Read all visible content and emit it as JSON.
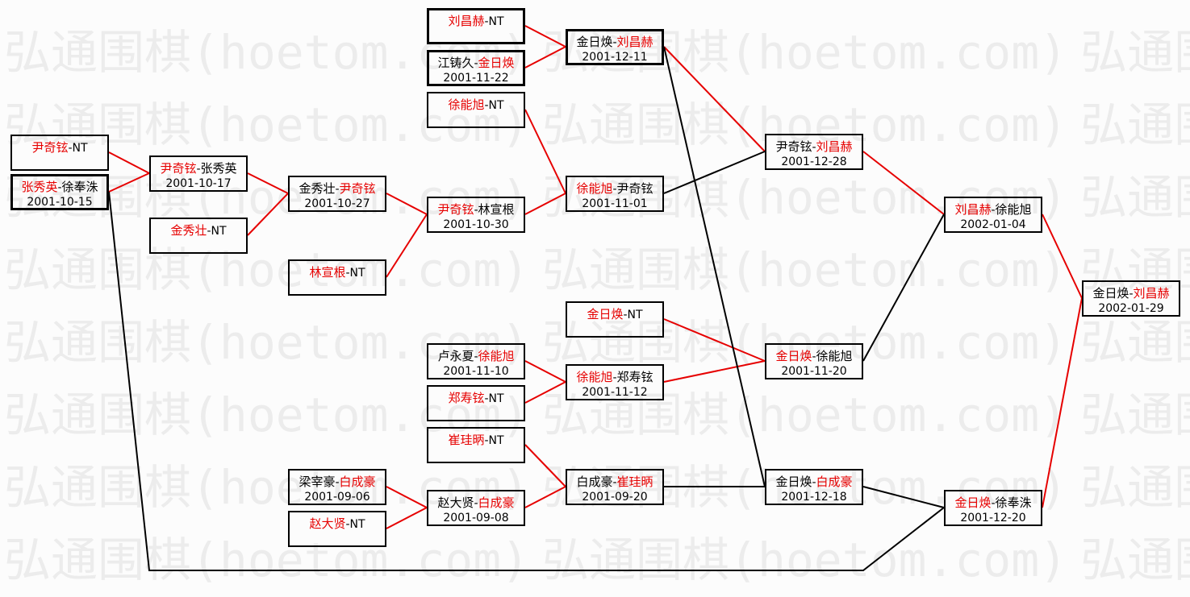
{
  "watermark": "弘通围棋(hoetom.com)",
  "separator": "-",
  "colors": {
    "background": "#fcfcfc",
    "winner_text": "#e60000",
    "red_line": "#e60000",
    "black_line": "#000000",
    "box_border": "#000000",
    "watermark": "#ececec"
  },
  "matches": [
    {
      "id": "m01",
      "player1": "尹奇铉",
      "player2": "NT",
      "winner": 1,
      "date": ""
    },
    {
      "id": "m02",
      "player1": "张秀英",
      "player2": "徐奉洙",
      "winner": 1,
      "date": "2001-10-15"
    },
    {
      "id": "m03",
      "player1": "尹奇铉",
      "player2": "张秀英",
      "winner": 1,
      "date": "2001-10-17"
    },
    {
      "id": "m04",
      "player1": "金秀壮",
      "player2": "NT",
      "winner": 1,
      "date": ""
    },
    {
      "id": "m05",
      "player1": "金秀壮",
      "player2": "尹奇铉",
      "winner": 2,
      "date": "2001-10-27"
    },
    {
      "id": "m06",
      "player1": "林宣根",
      "player2": "NT",
      "winner": 1,
      "date": ""
    },
    {
      "id": "m07",
      "player1": "梁宰豪",
      "player2": "白成豪",
      "winner": 2,
      "date": "2001-09-06"
    },
    {
      "id": "m08",
      "player1": "赵大贤",
      "player2": "NT",
      "winner": 1,
      "date": ""
    },
    {
      "id": "m09",
      "player1": "刘昌赫",
      "player2": "NT",
      "winner": 1,
      "date": ""
    },
    {
      "id": "m10",
      "player1": "江铸久",
      "player2": "金日焕",
      "winner": 2,
      "date": "2001-11-22"
    },
    {
      "id": "m11",
      "player1": "徐能旭",
      "player2": "NT",
      "winner": 1,
      "date": ""
    },
    {
      "id": "m12",
      "player1": "尹奇铉",
      "player2": "林宣根",
      "winner": 1,
      "date": "2001-10-30"
    },
    {
      "id": "m13",
      "player1": "卢永夏",
      "player2": "徐能旭",
      "winner": 2,
      "date": "2001-11-10"
    },
    {
      "id": "m14",
      "player1": "郑寿铉",
      "player2": "NT",
      "winner": 1,
      "date": ""
    },
    {
      "id": "m15",
      "player1": "崔珪昞",
      "player2": "NT",
      "winner": 1,
      "date": ""
    },
    {
      "id": "m16",
      "player1": "赵大贤",
      "player2": "白成豪",
      "winner": 2,
      "date": "2001-09-08"
    },
    {
      "id": "m17",
      "player1": "金日焕",
      "player2": "刘昌赫",
      "winner": 2,
      "date": "2001-12-11"
    },
    {
      "id": "m18",
      "player1": "徐能旭",
      "player2": "尹奇铉",
      "winner": 1,
      "date": "2001-11-01"
    },
    {
      "id": "m19",
      "player1": "金日焕",
      "player2": "NT",
      "winner": 1,
      "date": ""
    },
    {
      "id": "m20",
      "player1": "徐能旭",
      "player2": "郑寿铉",
      "winner": 1,
      "date": "2001-11-12"
    },
    {
      "id": "m21",
      "player1": "白成豪",
      "player2": "崔珪昞",
      "winner": 2,
      "date": "2001-09-20"
    },
    {
      "id": "m22",
      "player1": "尹奇铉",
      "player2": "刘昌赫",
      "winner": 2,
      "date": "2001-12-28"
    },
    {
      "id": "m23",
      "player1": "金日焕",
      "player2": "徐能旭",
      "winner": 1,
      "date": "2001-11-20"
    },
    {
      "id": "m24",
      "player1": "金日焕",
      "player2": "白成豪",
      "winner": 2,
      "date": "2001-12-18"
    },
    {
      "id": "m25",
      "player1": "刘昌赫",
      "player2": "徐能旭",
      "winner": 1,
      "date": "2002-01-04"
    },
    {
      "id": "m26",
      "player1": "金日焕",
      "player2": "徐奉洙",
      "winner": 1,
      "date": "2001-12-20"
    },
    {
      "id": "m27",
      "player1": "金日焕",
      "player2": "刘昌赫",
      "winner": 2,
      "date": "2002-01-29"
    }
  ],
  "links": [
    {
      "from": "m01",
      "to": "m03",
      "color": "red"
    },
    {
      "from": "m02",
      "to": "m03",
      "color": "red"
    },
    {
      "from": "m03",
      "to": "m05",
      "color": "red"
    },
    {
      "from": "m04",
      "to": "m05",
      "color": "red"
    },
    {
      "from": "m05",
      "to": "m12",
      "color": "red"
    },
    {
      "from": "m06",
      "to": "m12",
      "color": "red"
    },
    {
      "from": "m12",
      "to": "m18",
      "color": "red"
    },
    {
      "from": "m11",
      "to": "m18",
      "color": "red"
    },
    {
      "from": "m09",
      "to": "m17",
      "color": "red"
    },
    {
      "from": "m10",
      "to": "m17",
      "color": "red"
    },
    {
      "from": "m17",
      "to": "m22",
      "color": "red"
    },
    {
      "from": "m18",
      "to": "m22",
      "color": "black"
    },
    {
      "from": "m22",
      "to": "m25",
      "color": "red"
    },
    {
      "from": "m23",
      "to": "m25",
      "color": "black"
    },
    {
      "from": "m25",
      "to": "m27",
      "color": "red"
    },
    {
      "from": "m26",
      "to": "m27",
      "color": "red"
    },
    {
      "from": "m19",
      "to": "m23",
      "color": "red"
    },
    {
      "from": "m20",
      "to": "m23",
      "color": "red"
    },
    {
      "from": "m13",
      "to": "m20",
      "color": "red"
    },
    {
      "from": "m14",
      "to": "m20",
      "color": "red"
    },
    {
      "from": "m15",
      "to": "m21",
      "color": "red"
    },
    {
      "from": "m16",
      "to": "m21",
      "color": "red"
    },
    {
      "from": "m07",
      "to": "m16",
      "color": "red"
    },
    {
      "from": "m08",
      "to": "m16",
      "color": "red"
    },
    {
      "from": "m21",
      "to": "m24",
      "color": "black"
    },
    {
      "from": "m17",
      "to": "m24",
      "color": "black"
    },
    {
      "from": "m24",
      "to": "m26",
      "color": "black"
    },
    {
      "from": "m02",
      "to": "m26",
      "color": "black"
    }
  ]
}
